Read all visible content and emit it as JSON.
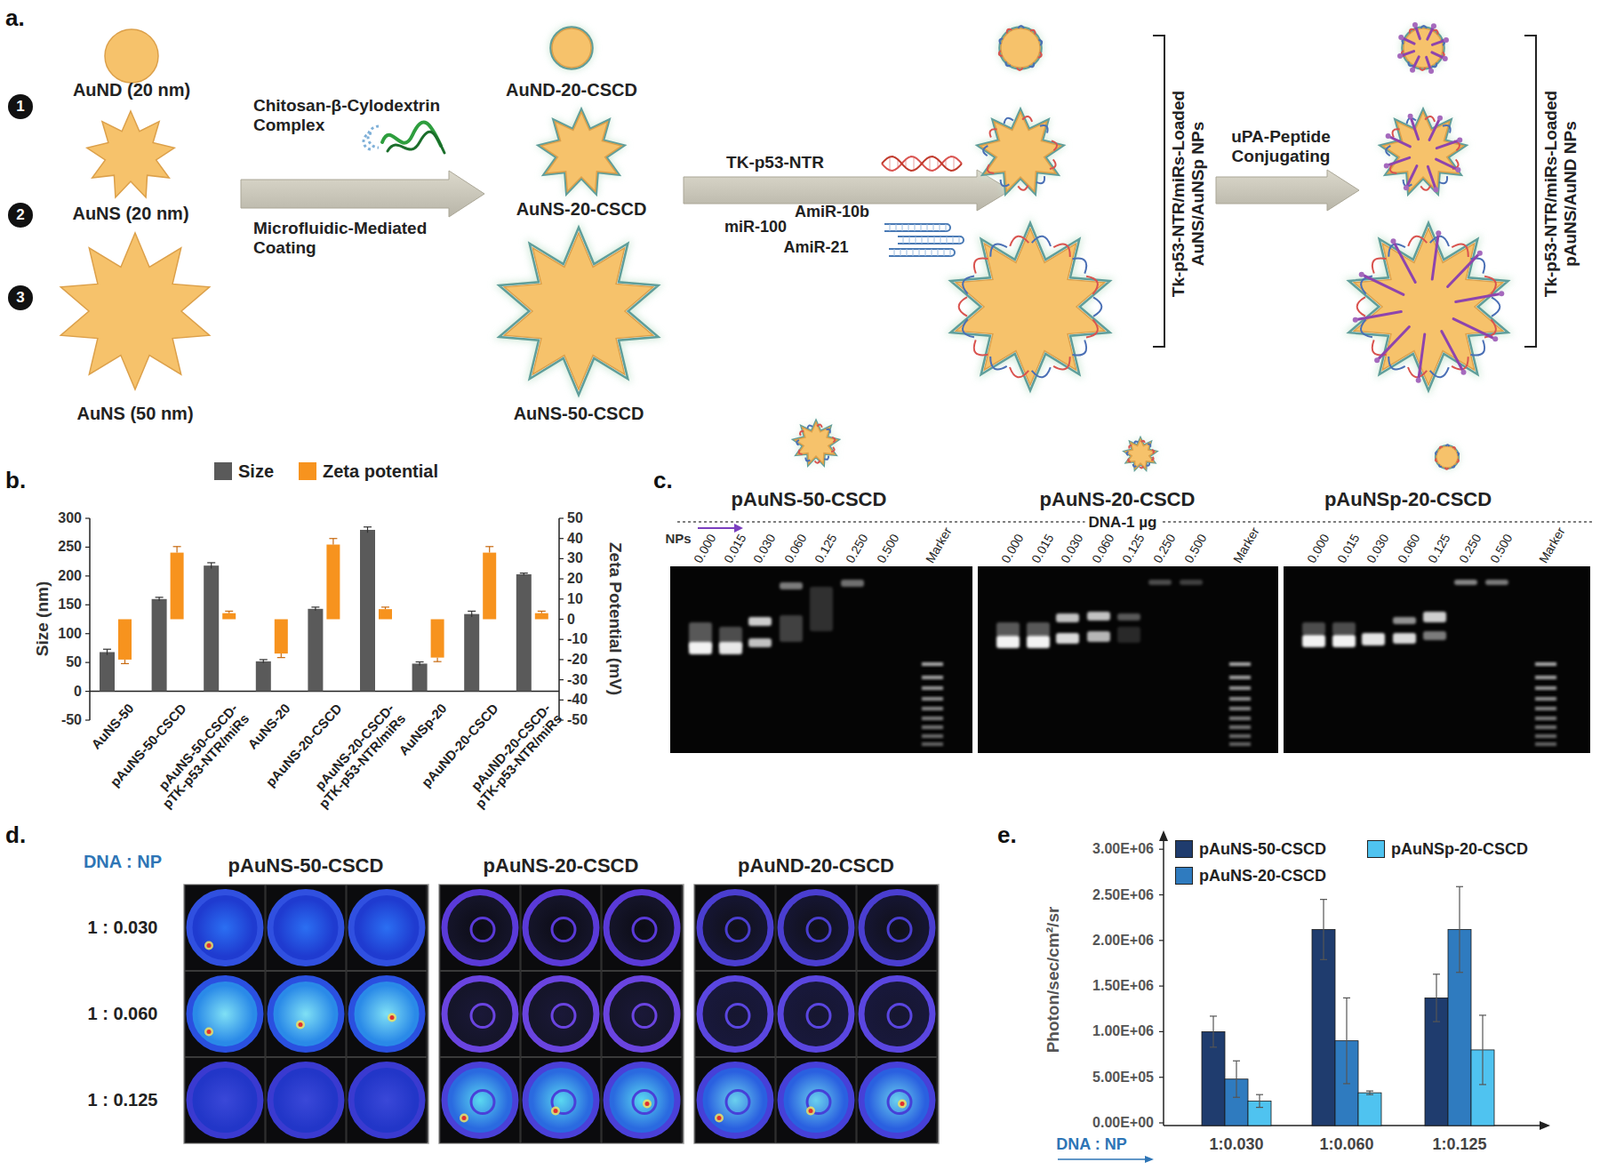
{
  "diagram": {
    "nodes": [
      {
        "text": [
          "1"
        ]
      },
      {
        "text": [
          "AuND (20 nm)"
        ]
      },
      {
        "text": [
          "2"
        ]
      },
      {
        "text": [
          "AuNS (20 nm)"
        ]
      },
      {
        "text": [
          "3"
        ]
      },
      {
        "text": [
          "AuNS (50 nm)"
        ]
      },
      {
        "text": [
          "AuND-20-CSCD"
        ]
      },
      {
        "text": [
          "AuNS-20-CSCD"
        ]
      },
      {
        "text": [
          "AuNS-50-CSCD"
        ]
      }
    ],
    "labels": [
      "a.",
      "Chitosan-β-Cylodextrin Complex",
      "Microfluidic-Mediated Coating",
      "TK-p53-NTR",
      "miR-100",
      "AmiR-10b",
      "AmiR-21",
      "Tk-p53-NTR/miRs-Loaded AuNS/AuNSp NPs",
      "uPA-Peptide Conjugating",
      "Tk-p53-NTR/miRs-Loaded pAuNS/AuND NPs",
      "b.",
      "300",
      "250",
      "200",
      "150",
      "100",
      "50",
      "0",
      "-50",
      "Size (nm)",
      "50",
      "40",
      "30",
      "20",
      "10",
      "0",
      "-10",
      "-20",
      "-30",
      "-40",
      "-50",
      "Zeta Potential (mV)",
      "AuNS-50",
      "pAuNS-50-CSCD",
      "pAuNS-50-CSCD-pTK-p53-NTR/miRs",
      "AuNS-20",
      "pAuNS-20-CSCD",
      "pAuNS-20-CSCD-pTK-p53-NTR/miRs",
      "AuNSp-20",
      "pAuND-20-CSCD",
      "pAuND-20-CSCD-pTK-p53-NTR/miRs",
      "c.",
      "pAuNS-50-CSCD",
      "pAuNS-20-CSCD",
      "pAuNSp-20-CSCD",
      "DNA-1 µg",
      "NPs",
      "0.000",
      "0.015",
      "0.030",
      "0.060",
      "0.125",
      "0.250",
      "0.500",
      "Marker",
      "0.000",
      "0.015",
      "0.030",
      "0.060",
      "0.125",
      "0.250",
      "0.500",
      "Marker",
      "0.000",
      "0.015",
      "0.030",
      "0.060",
      "0.125",
      "0.250",
      "0.500",
      "Marker",
      "d.",
      "pAuNS-50-CSCD",
      "pAuNS-20-CSCD",
      "pAuND-20-CSCD",
      "DNA : NP",
      "1 : 0.030",
      "1 : 0.060",
      "1 : 0.125",
      "e.",
      "3.00E+06",
      "2.50E+06",
      "2.00E+06",
      "1.50E+06",
      "1.00E+06",
      "5.00E+05",
      "0.00E+00",
      "Photon/sec/cm²/sr",
      "DNA : NP",
      "1:0.030",
      "1:0.060",
      "1:0.125"
    ],
    "legend": [
      {
        "text": "Size",
        "color": "#5a5a5a"
      },
      {
        "text": "Zeta potential",
        "color": "#f7931e"
      },
      {
        "text": "pAuNS-50-CSCD",
        "color": "#1f3c6e"
      },
      {
        "text": "pAuNS-20-CSCD",
        "color": "#2f7bbf"
      },
      {
        "text": "pAuNSp-20-CSCD",
        "color": "#4fc3f0"
      }
    ]
  }
}
